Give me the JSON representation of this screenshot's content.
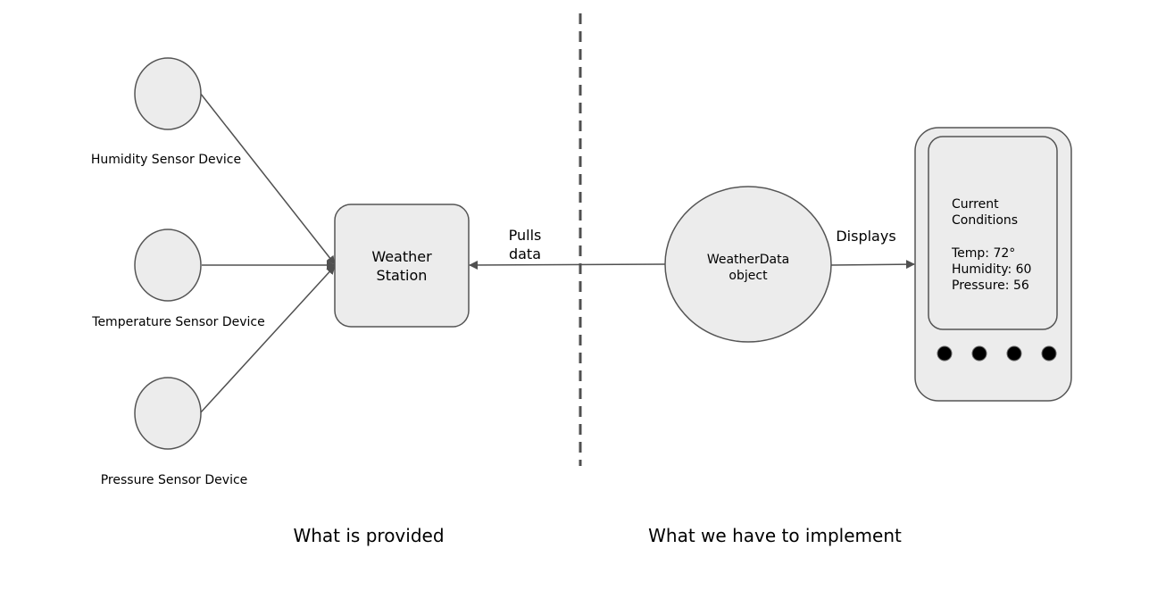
{
  "colors": {
    "node_fill": "#ececec",
    "stroke": "#555555",
    "edge": "#505050",
    "divider": "#505050",
    "button": "#000000"
  },
  "sensors": [
    {
      "label": "Humidity Sensor Device"
    },
    {
      "label": "Temperature Sensor Device"
    },
    {
      "label": "Pressure Sensor Device"
    }
  ],
  "weather_station": {
    "line1": "Weather",
    "line2": "Station"
  },
  "pull_edge": {
    "line1": "Pulls",
    "line2": "data"
  },
  "weather_data": {
    "line1": "WeatherData",
    "line2": "object"
  },
  "display_edge": {
    "label": "Displays"
  },
  "display_device": {
    "title_line1": "Current",
    "title_line2": "Conditions",
    "temp": "Temp: 72°",
    "humidity": "Humidity: 60",
    "pressure": "Pressure: 56",
    "button_icons": [
      "dot",
      "dot",
      "dot",
      "dot"
    ]
  },
  "sections": {
    "left": "What is provided",
    "right": "What we have to implement"
  }
}
